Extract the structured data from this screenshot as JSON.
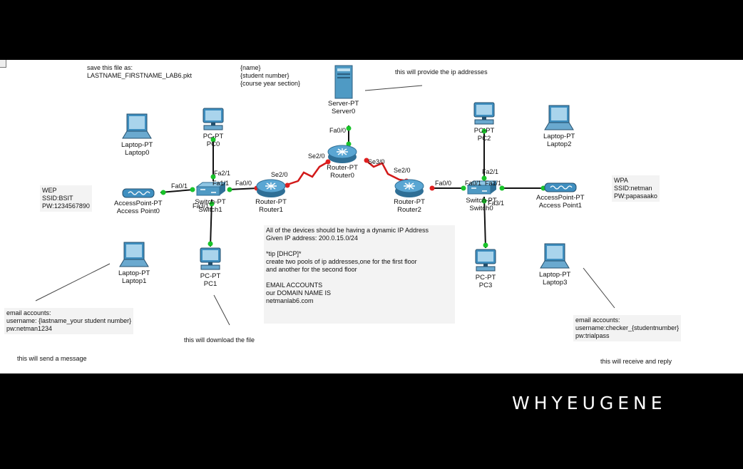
{
  "notes": {
    "save_file": "save this file as:\nLASTNAME_FIRSTNAME_LAB6.pkt",
    "student_info": "{name}\n{student number}\n{course year section}",
    "server_note": "this will provide the ip addresses",
    "wep": "WEP\nSSID:BSIT\nPW:1234567890",
    "wpa": "WPA\nSSID:netman\nPW:papasaako",
    "instructions": "All of the devices should be having a dynamic IP Address\nGiven IP address: 200.0.15.0/24\n\n*tip [DHCP]*\ncreate two pools of ip addresses,one for the first floor\nand another for the second floor\n\nEMAIL ACCOUNTS\nour DOMAIN NAME IS\nnetmanlab6.com",
    "email_left": "email accounts:\nusername: {lastname_your student number}\npw:netman1234",
    "email_right": "email accounts:\nusername:checker_{studentnumber}\npw:trialpass",
    "send_msg": "this will send a message",
    "download": "this will download the file",
    "receive": "this will receive and reply"
  },
  "devices": {
    "server0": {
      "type": "Server-PT",
      "name": "Server0"
    },
    "router0": {
      "type": "Router-PT",
      "name": "Router0"
    },
    "router1": {
      "type": "Router-PT",
      "name": "Router1"
    },
    "router2": {
      "type": "Router-PT",
      "name": "Router2"
    },
    "switch1": {
      "type": "Switch-PT",
      "name": "Switch1"
    },
    "switch0": {
      "type": "Switch-PT",
      "name": "Switch0"
    },
    "pc0": {
      "type": "PC-PT",
      "name": "PC0"
    },
    "pc1": {
      "type": "PC-PT",
      "name": "PC1"
    },
    "pc2": {
      "type": "PC-PT",
      "name": "PC2"
    },
    "pc3": {
      "type": "PC-PT",
      "name": "PC3"
    },
    "laptop0": {
      "type": "Laptop-PT",
      "name": "Laptop0"
    },
    "laptop1": {
      "type": "Laptop-PT",
      "name": "Laptop1"
    },
    "laptop2": {
      "type": "Laptop-PT",
      "name": "Laptop2"
    },
    "laptop3": {
      "type": "Laptop-PT",
      "name": "Laptop3"
    },
    "ap0": {
      "type": "AccessPoint-PT",
      "name": "Access Point0"
    },
    "ap1": {
      "type": "AccessPoint-PT",
      "name": "Access Point1"
    }
  },
  "ports": {
    "r0_fa": "Fa0/0",
    "r0_se2": "Se2/0",
    "r0_se3": "Se3/0",
    "r1_se2": "Se2/0",
    "r1_fa": "Fa0/0",
    "r2_se2": "Se2/0",
    "r2_fa": "Fa0/0",
    "sw1_fa0": "Fa0/1",
    "sw1_fa1": "Fa1/1",
    "sw1_fa2": "Fa2/1",
    "sw1_fa3": "Fa3/1",
    "sw0_fa0": "Fa0/1",
    "sw0_fa1": "Fa1/1",
    "sw0_fa2": "Fa2/1",
    "sw0_fa3": "Fa3/1"
  },
  "watermark": "WHYEUGENE",
  "colors": {
    "serial_link": "#d21a1a",
    "ethernet_link": "#111111",
    "link_up": "#19c32a",
    "serial_end": "#e02020",
    "device_blue": "#3f8fc0"
  }
}
